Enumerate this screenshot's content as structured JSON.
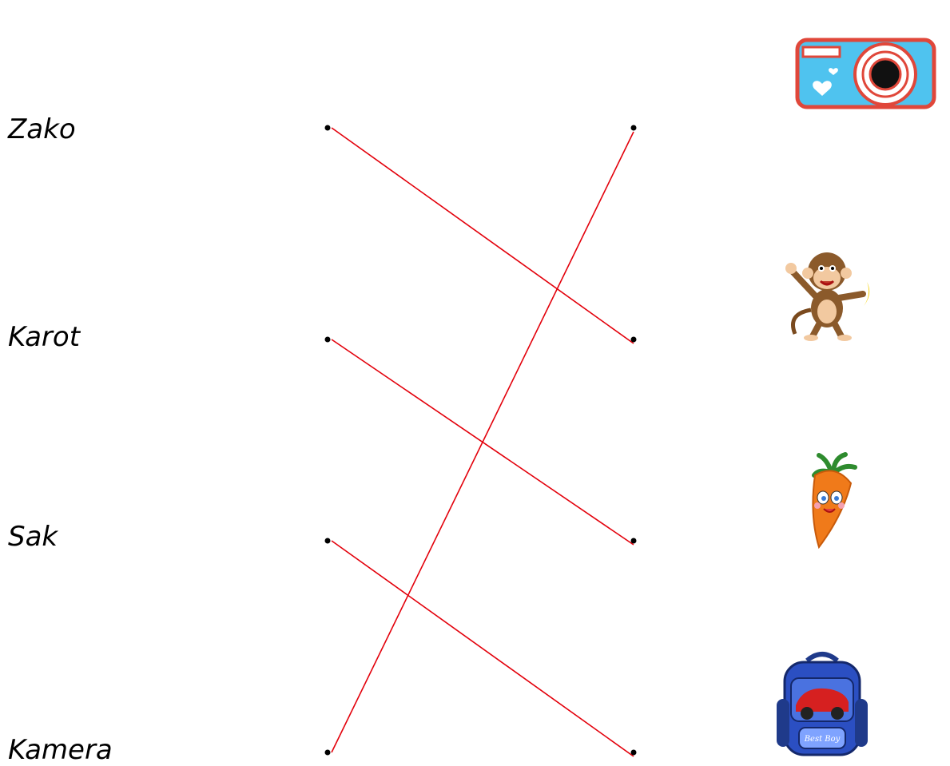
{
  "words": [
    {
      "label": "Zako"
    },
    {
      "label": "Karot"
    },
    {
      "label": "Sak"
    },
    {
      "label": "Kamera"
    }
  ],
  "pictures": [
    {
      "name": "camera",
      "icon": "camera-icon"
    },
    {
      "name": "monkey",
      "icon": "monkey-icon"
    },
    {
      "name": "carrot",
      "icon": "carrot-icon"
    },
    {
      "name": "backpack",
      "icon": "backpack-icon"
    }
  ],
  "matches": [
    {
      "word": "Zako",
      "picture": "monkey"
    },
    {
      "word": "Karot",
      "picture": "carrot"
    },
    {
      "word": "Sak",
      "picture": "backpack"
    },
    {
      "word": "Kamera",
      "picture": "camera"
    }
  ],
  "colors": {
    "line": "#e3000b",
    "dot": "#000000"
  }
}
